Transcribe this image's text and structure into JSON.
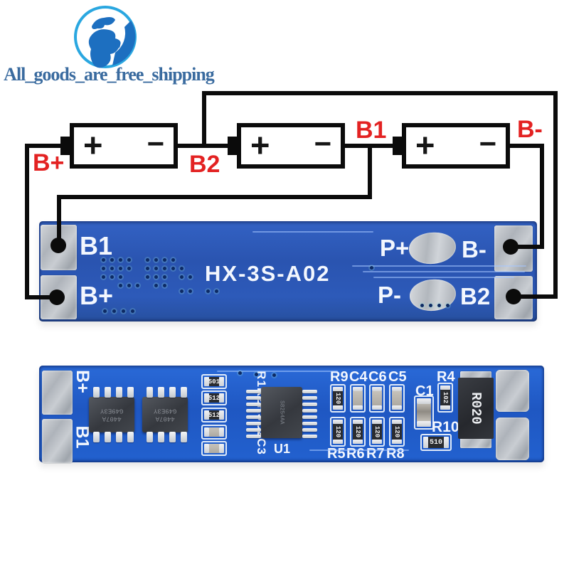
{
  "logo": {
    "text": "All_goods_are_free_shipping"
  },
  "diagram": {
    "label_b_plus": "B+",
    "label_b2": "B2",
    "label_b1": "B1",
    "label_b_minus": "B-",
    "battery_plus_symbol": "+",
    "battery_minus_symbol": "−"
  },
  "board_top": {
    "title": "HX-3S-A02",
    "pad_b1": "B1",
    "pad_b_plus": "B+",
    "pad_p_plus": "P+",
    "pad_b_minus": "B-",
    "pad_p_minus": "P-",
    "pad_b2": "B2"
  },
  "board_bottom": {
    "pad_b_plus": "B+",
    "pad_b1": "B1",
    "mosfet_marking_line1": "4407A",
    "mosfet_marking_line2": "G49E3Y",
    "column_silkscreen": "R1R2R3C2C3",
    "column_markings": [
      "501",
      "512",
      "512"
    ],
    "u1_silkscreen": "U1",
    "u1_marking": "S8254AA",
    "top_row_labels": [
      "R9",
      "C4",
      "C6",
      "C5"
    ],
    "bottom_row_labels": [
      "R5",
      "R6",
      "R7",
      "R8"
    ],
    "resistor_marking_120": "120",
    "label_c1": "C1",
    "label_r4": "R4",
    "marking_r4": "102",
    "label_r10": "R10",
    "marking_r10": "510",
    "shunt_marking": "R020"
  },
  "colors": {
    "pcb_blue_top": "#2a55b2",
    "pcb_blue_bottom": "#1f5ec9",
    "label_red": "#e32222",
    "logo_blue": "#3a6b9f",
    "globe_blue": "#1d6fc0",
    "silver_pad": "#b9bdc2"
  }
}
